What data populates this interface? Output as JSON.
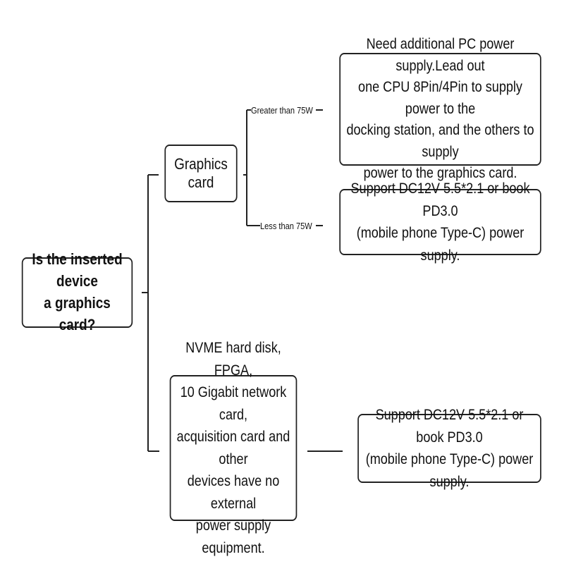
{
  "root": {
    "line1": "Is the inserted device",
    "line2": "a graphics card?"
  },
  "graphics_card": {
    "label": "Graphics card",
    "branch_greater": {
      "label": "Greater than 75W",
      "result": [
        "Need additional PC power supply.Lead out",
        "one CPU 8Pin/4Pin to supply power to the",
        "docking station, and the others to supply",
        "power to the graphics card."
      ]
    },
    "branch_less": {
      "label": "Less than 75W",
      "result": [
        "Support DC12V 5.5*2.1 or book PD3.0",
        "(mobile phone Type-C) power supply."
      ]
    }
  },
  "other_devices": {
    "lines": [
      "NVME hard disk, FPGA,",
      "10 Gigabit network card,",
      "acquisition card and other",
      "devices have no external",
      "power supply equipment."
    ],
    "result": [
      "Support DC12V 5.5*2.1 or book PD3.0",
      "(mobile phone Type-C) power supply."
    ]
  }
}
